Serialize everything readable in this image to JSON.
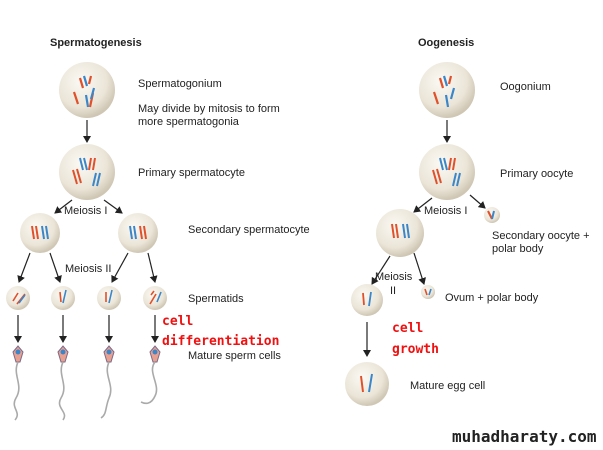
{
  "spermatogenesis": {
    "title": "Spermatogenesis",
    "spermatogonium": "Spermatogonium",
    "mitosis_note_line1": "May divide by mitosis to form",
    "mitosis_note_line2": "more spermatogonia",
    "primary": "Primary spermatocyte",
    "meiosis1": "Meiosis I",
    "secondary": "Secondary spermatocyte",
    "meiosis2": "Meiosis II",
    "spermatids": "Spermatids",
    "annotation_line1": "cell",
    "annotation_line2": "differentiation",
    "mature": "Mature sperm cells"
  },
  "oogenesis": {
    "title": "Oogenesis",
    "oogonium": "Oogonium",
    "primary": "Primary oocyte",
    "meiosis1": "Meiosis I",
    "secondary_line1": "Secondary oocyte +",
    "secondary_line2": "polar body",
    "meiosis2_line1": "Meiosis",
    "meiosis2_line2": "II",
    "ovum": "Ovum + polar body",
    "annotation_line1": "cell",
    "annotation_line2": "growth",
    "mature": "Mature egg cell"
  },
  "watermark": "muhadharaty.com",
  "colors": {
    "annotation": "#f01010",
    "chromosome_maternal": "#e0502a",
    "chromosome_paternal": "#3a86c8",
    "cell": "#e8e2d6"
  }
}
